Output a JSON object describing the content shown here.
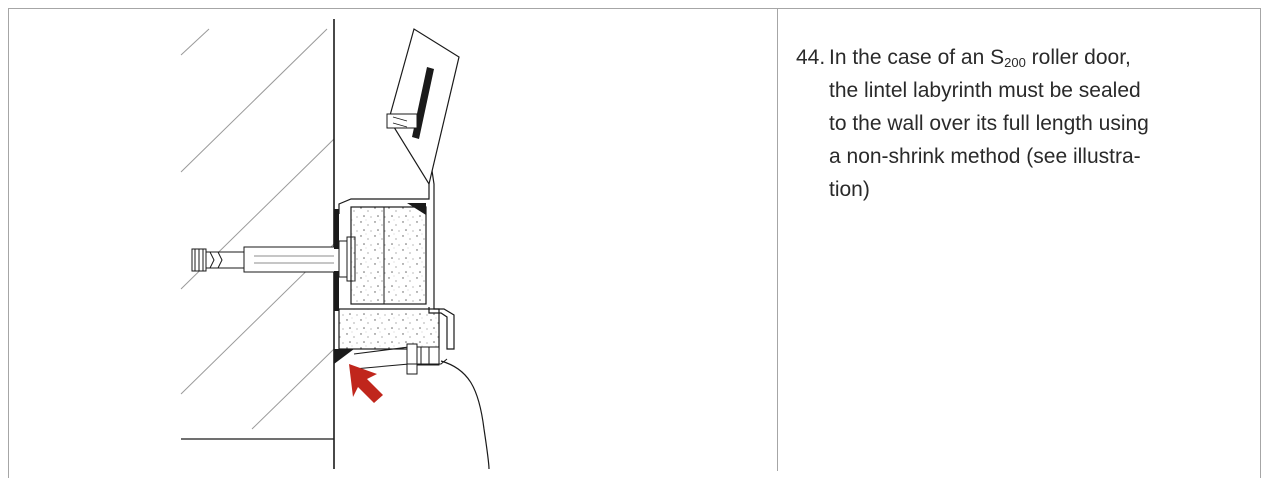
{
  "instruction": {
    "number": "44.",
    "line1_prefix": "In the case of an S",
    "subscript": "200",
    "line1_suffix": " roller door,",
    "lines": [
      "the lintel labyrinth must be sealed",
      "to the wall over its full length using",
      "a non-shrink method (see illustra-",
      "tion)"
    ]
  },
  "colors": {
    "line": "#1a1a1a",
    "hatch": "#9a9a9a",
    "arrow": "#c0261c",
    "border": "#a6a6a6"
  },
  "icons": [
    "sealant-arrow-icon"
  ]
}
